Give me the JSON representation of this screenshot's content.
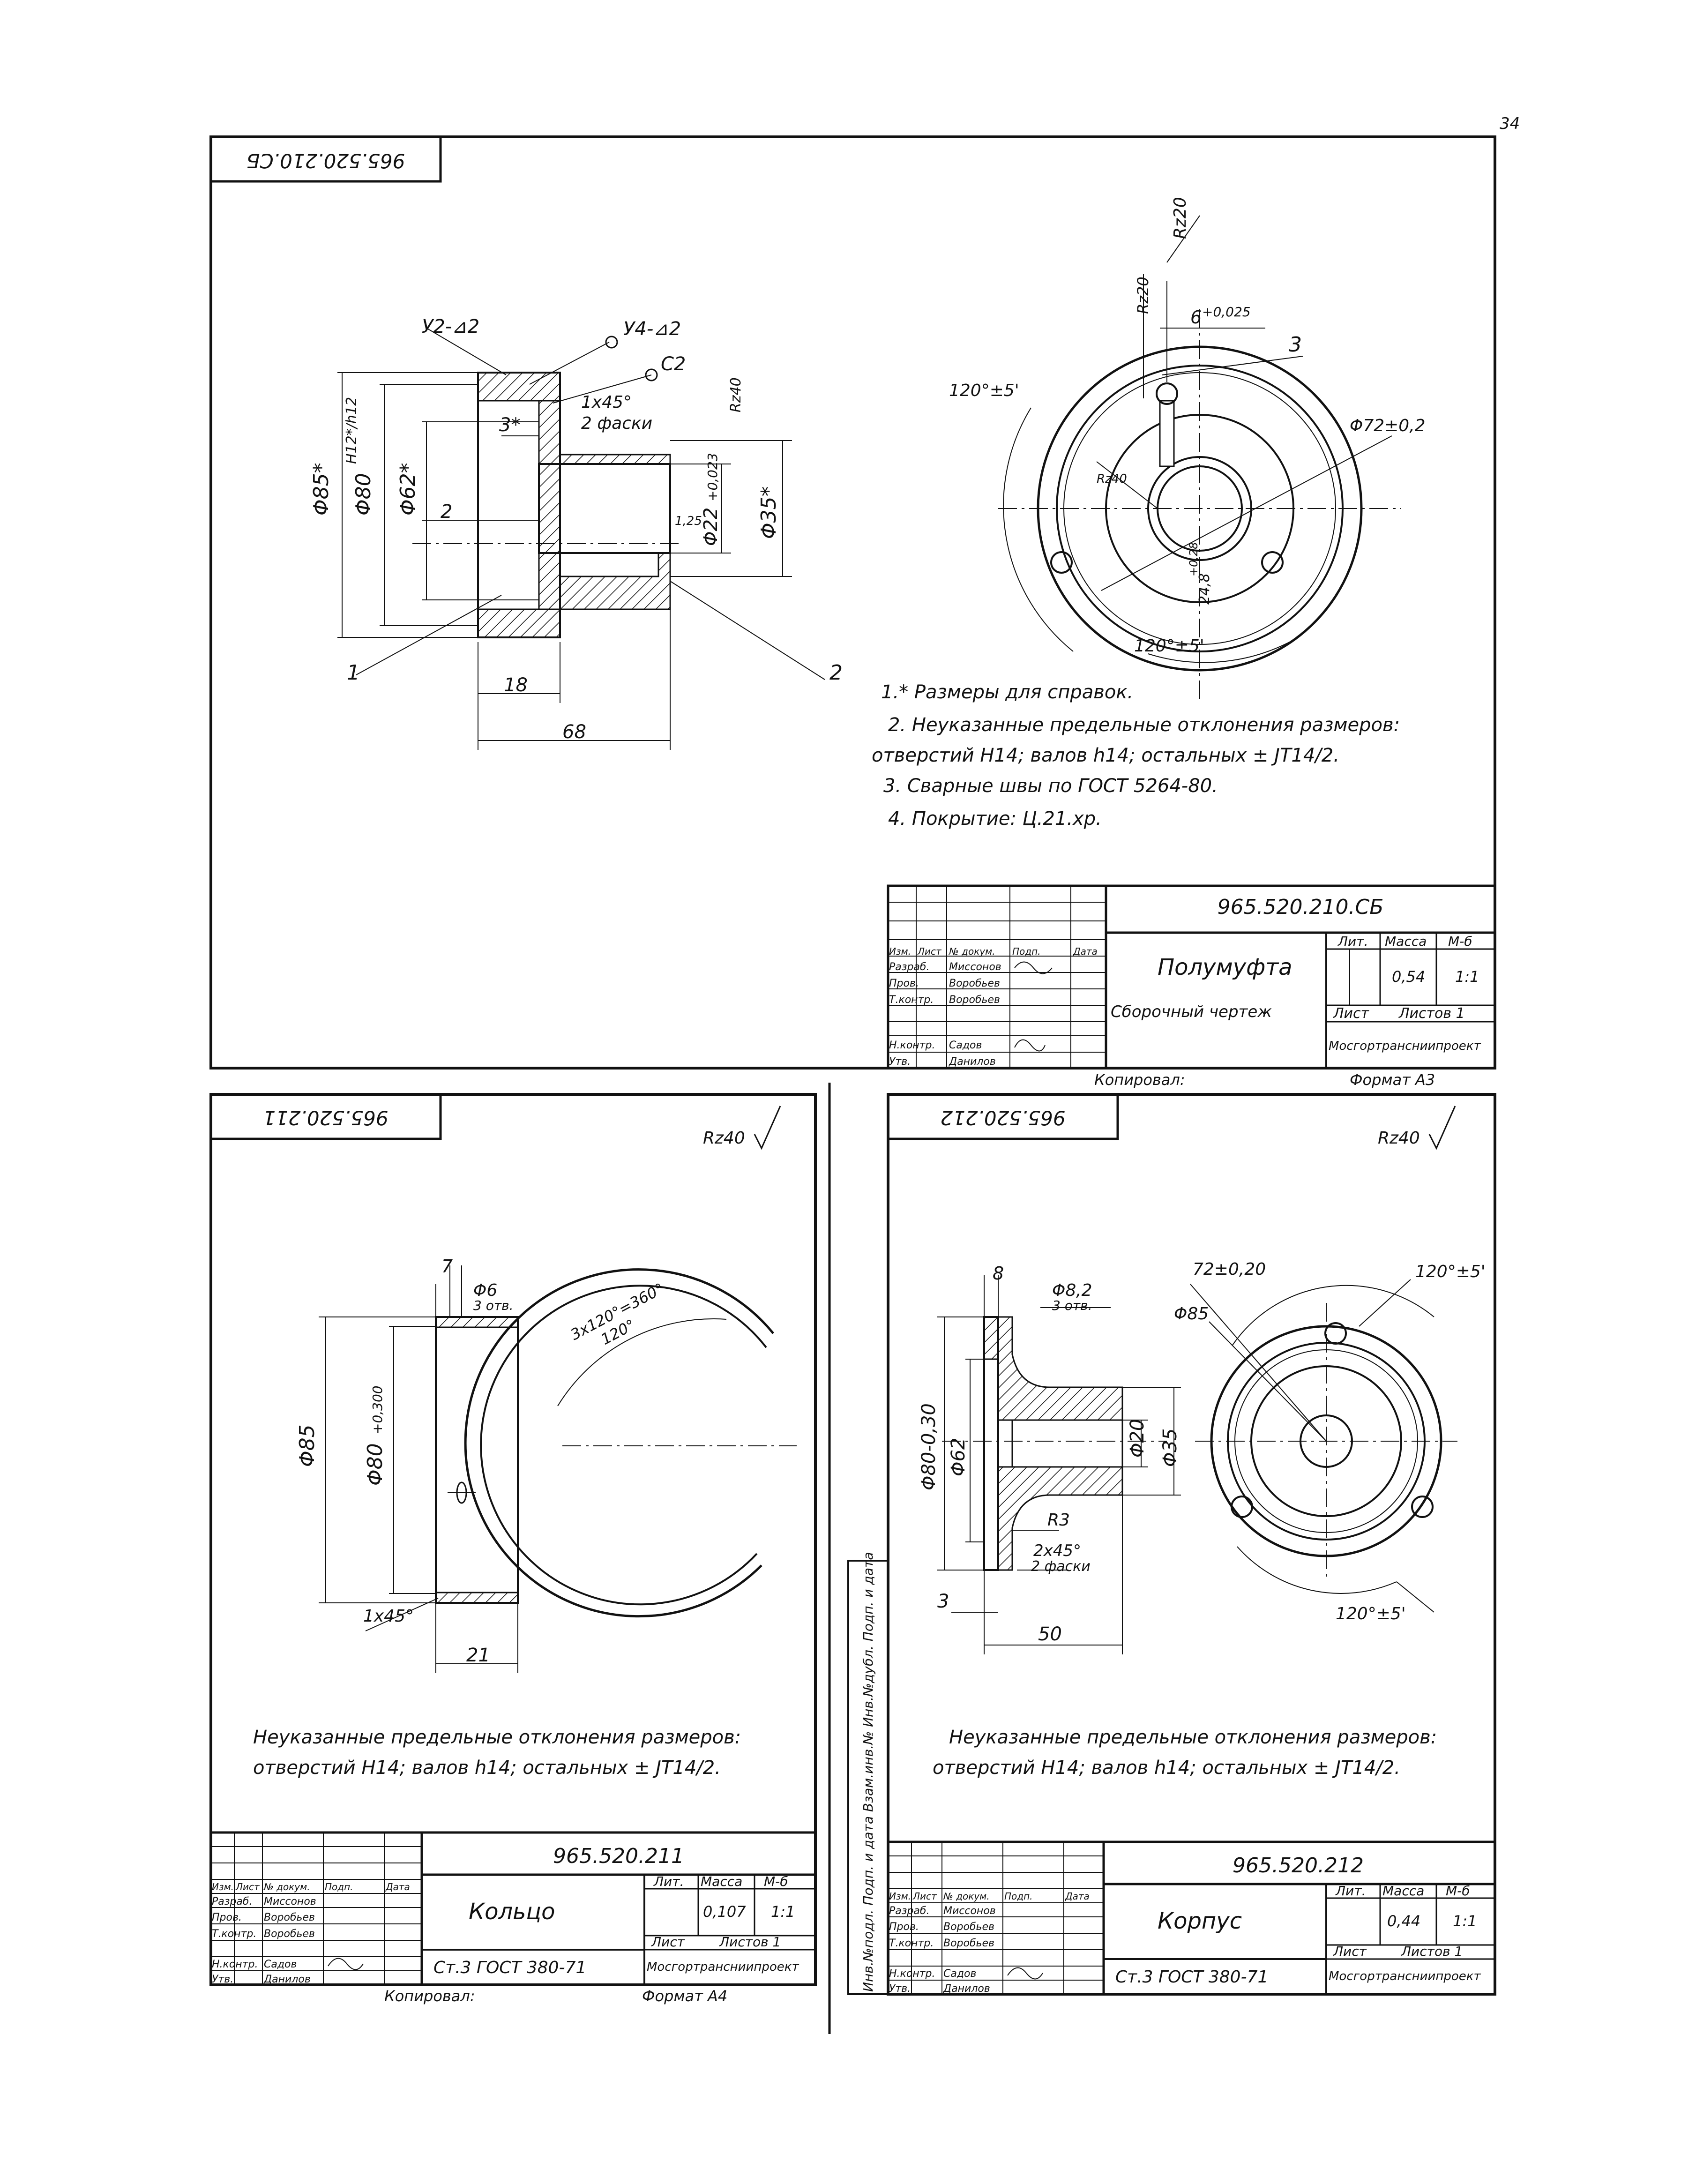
{
  "page_number": "34",
  "top_sheet": {
    "rotated_code": "965.520.210.СБ",
    "labels": {
      "weld_y2": "У2-⊿2",
      "weld_y4": "У4-⊿2",
      "weld_c2": "С2",
      "chamfer": "1х45°",
      "chamfer_note": "2 фаски",
      "ra40": "Rz40",
      "d85": "Φ85*",
      "d80": "Φ80",
      "d80_fit": "H12*/h12",
      "d62": "Φ62*",
      "d22": "Φ22",
      "d22_tol": "+0,023",
      "d35": "Φ35*",
      "dim_3star": "3*",
      "dim_2": "2",
      "dim_125": "1,25",
      "dim_18": "18",
      "dim_68": "68",
      "pos_1": "1",
      "pos_2": "2",
      "pos_3": "3",
      "rz20_a": "Rz20",
      "rz20_b": "Rz20",
      "key_6": "6",
      "key_6_tol": "+0,025",
      "angle_120_a": "120°±5'",
      "angle_120_b": "120°±5'",
      "d72": "Φ72±0,2",
      "rz40_hub": "Rz40",
      "dim_248": "24,8",
      "dim_248_tol": "+0,28"
    },
    "notes": [
      "1.* Размеры для справок.",
      "2. Неуказанные предельные отклонения размеров:",
      "отверстий Н14; валов h14; остальных ± JT14/2.",
      "3. Сварные швы по ГОСТ 5264-80.",
      "4. Покрытие: Ц.21.хр."
    ],
    "title_block": {
      "designation": "965.520.210.СБ",
      "name": "Полумуфта",
      "doc_type": "Сборочный чертеж",
      "lit_header": "Лит.",
      "mass_header": "Масса",
      "scale_header": "М-б",
      "mass": "0,54",
      "scale": "1:1",
      "sheet": "Лист",
      "sheets": "Листов 1",
      "org": "Мосгортрансниипроект",
      "row_headers": [
        "Изм.",
        "Лист",
        "№ докум.",
        "Подп.",
        "Дата"
      ],
      "people": [
        {
          "role": "Разраб.",
          "name": "Миссонов"
        },
        {
          "role": "Пров.",
          "name": "Воробьев"
        },
        {
          "role": "Т.контр.",
          "name": "Воробьев"
        },
        {
          "role": "Н.контр.",
          "name": "Садов"
        },
        {
          "role": "Утв.",
          "name": "Данилов"
        }
      ],
      "copied": "Копировал:",
      "format": "Формат А3"
    }
  },
  "left_sheet": {
    "rotated_code": "965.520.211",
    "roughness": "Rz40",
    "labels": {
      "dim_7": "7",
      "d6": "Φ6",
      "holes": "3 отв.",
      "angle": "3х120°=360°",
      "angle_120": "120°",
      "d85": "Φ85",
      "d80": "Φ80",
      "d80_tol": "+0,300",
      "chamfer": "1х45°",
      "dim_21": "21"
    },
    "notes": [
      "Неуказанные предельные отклонения размеров:",
      "отверстий Н14; валов h14; остальных ± JT14/2."
    ],
    "title_block": {
      "designation": "965.520.211",
      "name": "Кольцо",
      "material": "Ст.3 ГОСТ 380-71",
      "lit_header": "Лит.",
      "mass_header": "Масса",
      "scale_header": "М-б",
      "mass": "0,107",
      "scale": "1:1",
      "sheet": "Лист",
      "sheets": "Листов 1",
      "org": "Мосгортрансниипроект",
      "row_headers": [
        "Изм.",
        "Лист",
        "№ докум.",
        "Подп.",
        "Дата"
      ],
      "people": [
        {
          "role": "Разраб.",
          "name": "Миссонов"
        },
        {
          "role": "Пров.",
          "name": "Воробьев"
        },
        {
          "role": "Т.контр.",
          "name": "Воробьев"
        },
        {
          "role": "Н.контр.",
          "name": "Садов"
        },
        {
          "role": "Утв.",
          "name": "Данилов"
        }
      ],
      "copied": "Копировал:",
      "format": "Формат А4"
    }
  },
  "right_sheet": {
    "rotated_code": "965.520.212",
    "roughness": "Rz40",
    "labels": {
      "dim_8": "8",
      "d82": "Φ8,2",
      "holes": "3 отв.",
      "d72": "72±0,20",
      "angle_top": "120°±5'",
      "d85": "Φ85",
      "d80": "Φ80-0,30",
      "d62": "Φ62",
      "d20": "Φ20",
      "d35": "Φ35",
      "r3": "R3",
      "chamfer": "2х45°",
      "chamfer_note": "2 фаски",
      "dim_3": "3",
      "dim_50": "50",
      "angle_bottom": "120°±5'"
    },
    "notes": [
      "Неуказанные предельные отклонения размеров:",
      "отверстий Н14; валов h14; остальных ± JT14/2."
    ],
    "side_stamp": "Инв.№подл. Подп. и дата Взам.инв.№ Инв.№дубл. Подп. и дата",
    "title_block": {
      "designation": "965.520.212",
      "name": "Корпус",
      "material": "Ст.3 ГОСТ 380-71",
      "lit_header": "Лит.",
      "mass_header": "Масса",
      "scale_header": "М-б",
      "mass": "0,44",
      "scale": "1:1",
      "sheet": "Лист",
      "sheets": "Листов 1",
      "org": "Мосгортрансниипроект",
      "row_headers": [
        "Изм.",
        "Лист",
        "№ докум.",
        "Подп.",
        "Дата"
      ],
      "people": [
        {
          "role": "Разраб.",
          "name": "Миссонов"
        },
        {
          "role": "Пров.",
          "name": "Воробьев"
        },
        {
          "role": "Т.контр.",
          "name": "Воробьев"
        },
        {
          "role": "Н.контр.",
          "name": "Садов"
        },
        {
          "role": "Утв.",
          "name": "Данилов"
        }
      ]
    }
  }
}
